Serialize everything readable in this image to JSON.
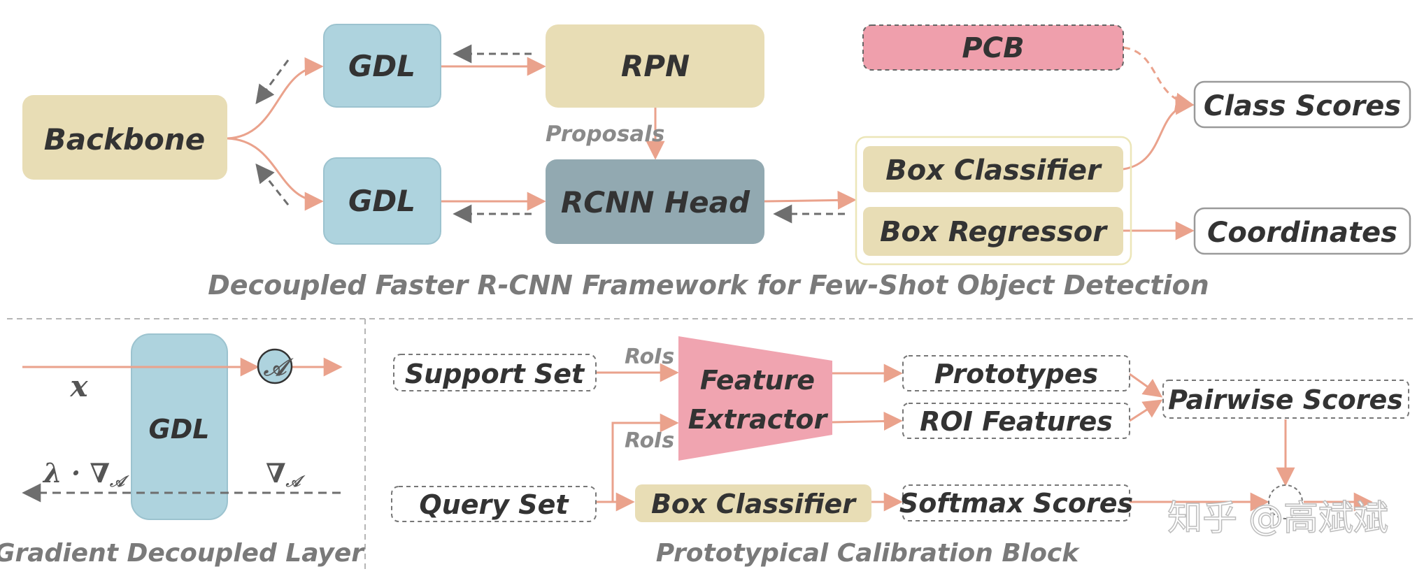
{
  "colors": {
    "backbone": "#e8ddb5",
    "gdl": "#aed3de",
    "rpn": "#e8ddb5",
    "rcnn_head": "#92a9b1",
    "pcb": "#ef9fac",
    "box_classifier": "#e8ddb5",
    "feature_extractor": "#f0a4b0",
    "forward_arrow": "#eaa28c",
    "backward_arrow": "#6e6e6e"
  },
  "top": {
    "backbone": "Backbone",
    "gdl_top": "GDL",
    "gdl_bottom": "GDL",
    "rpn": "RPN",
    "proposals": "Proposals",
    "rcnn_head": "RCNN Head",
    "pcb": "PCB",
    "box_classifier": "Box Classifier",
    "box_regressor": "Box Regressor",
    "class_scores": "Class Scores",
    "coordinates": "Coordinates",
    "caption": "Decoupled Faster R-CNN Framework for Few-Shot Object Detection"
  },
  "gdl_panel": {
    "x": "x",
    "gdl": "GDL",
    "a": "𝒜",
    "lambda_grad": "λ · ∇",
    "lambda_grad_sub": "𝒜",
    "grad": "∇",
    "grad_sub": "𝒜",
    "caption": "Gradient Decoupled Layer"
  },
  "pcb_panel": {
    "support_set": "Support Set",
    "query_set": "Query Set",
    "rois_top": "RoIs",
    "rois_bottom": "RoIs",
    "feature": "Feature",
    "extractor": "Extractor",
    "prototypes": "Prototypes",
    "roi_features": "ROI Features",
    "pairwise_scores": "Pairwise Scores",
    "box_classifier": "Box Classifier",
    "softmax_scores": "Softmax Scores",
    "caption": "Prototypical Calibration Block"
  },
  "watermark": "知乎 @高斌斌"
}
